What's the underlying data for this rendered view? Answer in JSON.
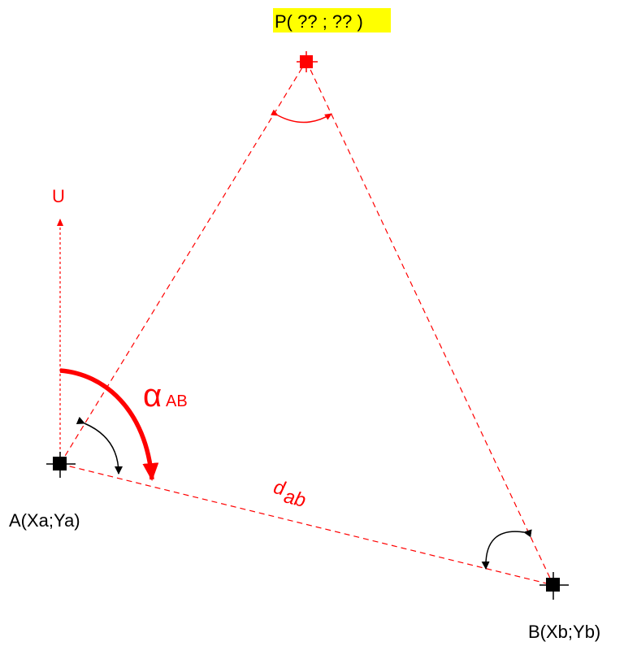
{
  "colors": {
    "construction": "#ff0000",
    "point_known": "#000000",
    "point_unknown": "#ff0000",
    "highlight": "#ffff00"
  },
  "points": {
    "P": {
      "label": "P( ?? ; ?? )"
    },
    "A": {
      "label": "A(Xa;Ya)"
    },
    "B": {
      "label": "B(Xb;Yb)"
    }
  },
  "north_axis": {
    "label": "U"
  },
  "bearing": {
    "symbol": "α",
    "subscript": "AB"
  },
  "distance": {
    "main": "d",
    "subscript": "ab"
  }
}
